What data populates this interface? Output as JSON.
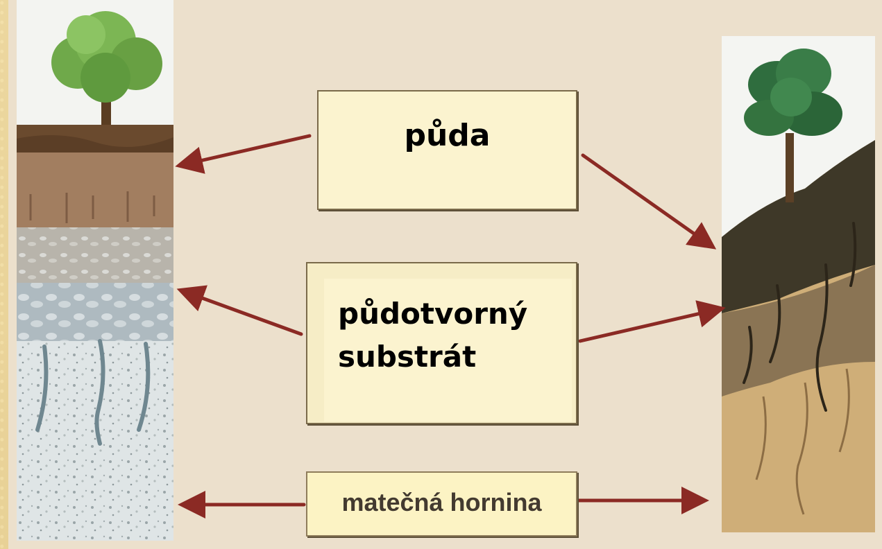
{
  "labels": {
    "soil": "půda",
    "substrate": "půdotvorný substrát",
    "bedrock": "matečná hornina"
  },
  "colors": {
    "arrow": "#8b2a24",
    "box_fill": "#fbf3cf",
    "panel": "#ece0cc",
    "border": "#e9d49a"
  },
  "icons": {
    "left_profile": "soil-profile-deciduous-tree-illustration",
    "right_profile": "soil-profile-conifer-tree-illustration"
  }
}
